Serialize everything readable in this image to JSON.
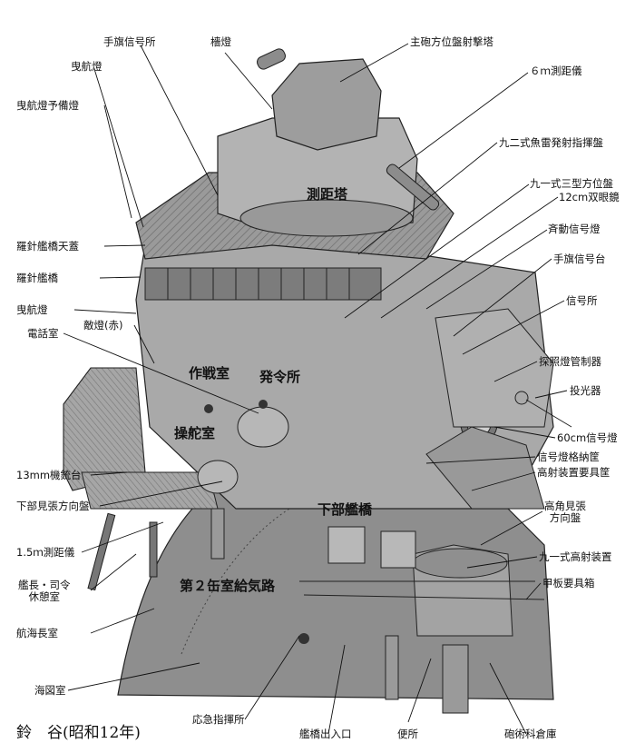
{
  "caption": "鈴　谷(昭和12年)",
  "labels": {
    "flag_signal_top": "手旗信号所",
    "masthead_light": "檣燈",
    "main_director": "主砲方位盤射撃塔",
    "rangefinder_6m": "６ｍ測距儀",
    "tow_light": "曳航燈",
    "tow_light_spare": "曳航燈予備燈",
    "torpedo_director": "九二式魚雷発射指揮盤",
    "type91_director3": "九一式三型方位盤",
    "binoculars_12cm": "12cm双眼鏡",
    "simul_signal_light": "斉動信号燈",
    "flag_signal_platform": "手旗信号台",
    "compass_bridge_roof": "羅針艦橋天蓋",
    "compass_bridge": "羅針艦橋",
    "tow_light_2": "曳航燈",
    "signal_station": "信号所",
    "phone_room": "電話室",
    "enemy_light": "敵燈(赤)",
    "searchlight_control": "探照燈管制器",
    "projector": "投光器",
    "signal_light_60cm": "60cm信号燈",
    "mg_13mm": "13mm機銃台",
    "lower_lookout": "下部見張方向盤",
    "signal_light_locker": "信号燈格納筐",
    "aa_locker": "高射装置要具筐",
    "rangefinder_15m": "1.5ｍ測距儀",
    "captain_rest": "艦長・司令\n休憩室",
    "high_angle_lookout": "高角見張\n方向盤",
    "type91_aa": "九一式高射装置",
    "deck_box": "甲板要具箱",
    "navigator_room": "航海長室",
    "chart_room": "海図室",
    "emergency_command": "応急指揮所",
    "bridge_entrance": "艦橋出入口",
    "lavatory": "便所",
    "gunnery_store": "砲術科倉庫"
  },
  "inline_labels": {
    "rangefinder_tower": "測距塔",
    "operations_room": "作戦室",
    "command_room": "発令所",
    "steering_room": "操舵室",
    "lower_bridge": "下部艦橋",
    "boiler_intake": "第２缶室給気路"
  }
}
